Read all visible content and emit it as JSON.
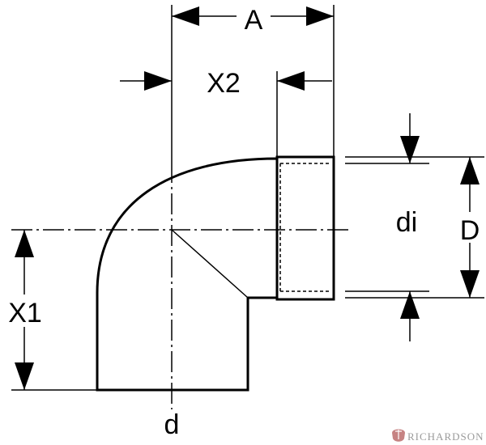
{
  "labels": {
    "a": "A",
    "x2": "X2",
    "di": "di",
    "d_outer": "D",
    "x1": "X1",
    "d": "d"
  },
  "watermark": {
    "text": "RICHARDSON"
  },
  "colors": {
    "line": "#000000",
    "background": "#ffffff",
    "watermark": "#9a9a9a"
  }
}
